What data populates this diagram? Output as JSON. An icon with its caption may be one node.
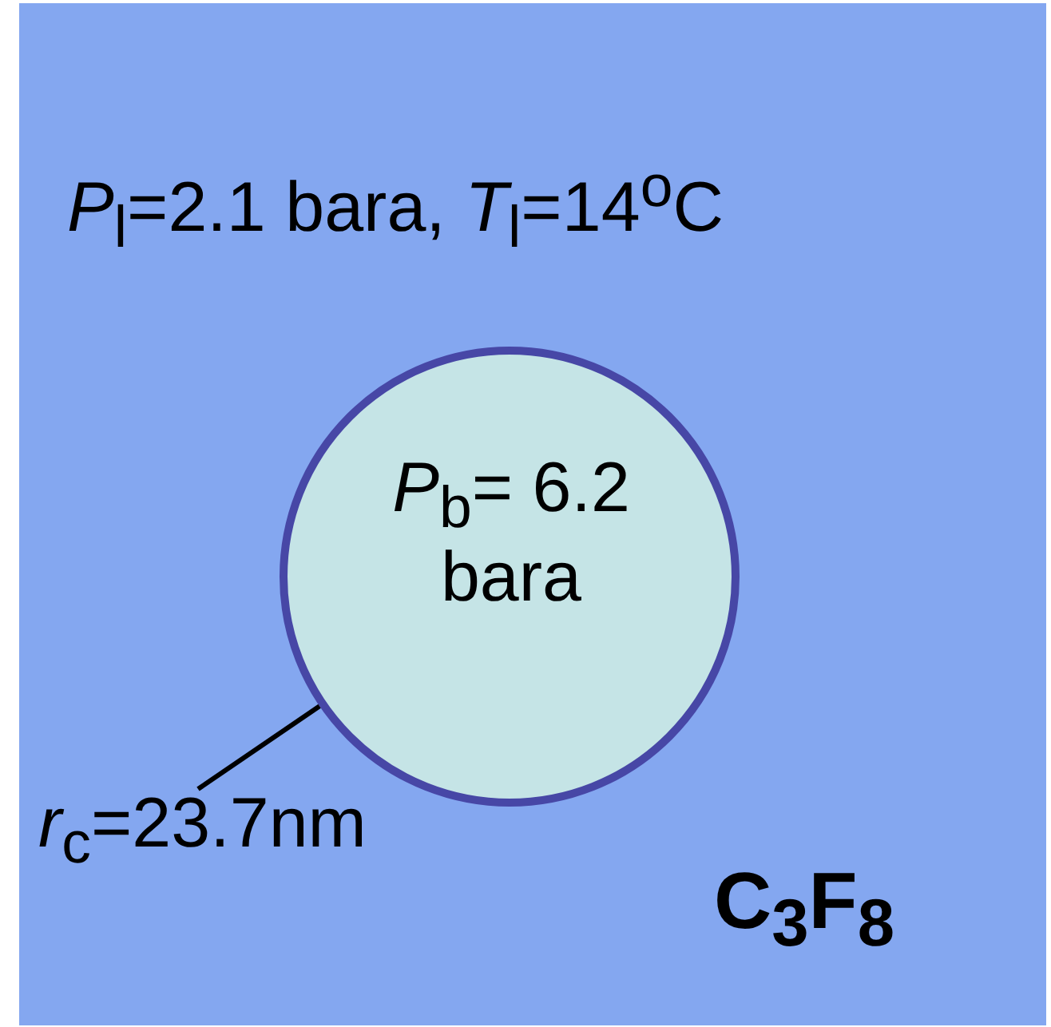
{
  "diagram": {
    "nodes": [
      {
        "text": [
          "*P*$_{l}$=2.1 bara, *T*$_{l}$=14$^{o}$C",
          "C$_{3}$F$_{8}$"
        ]
      },
      {
        "text": [
          "*P*$_{b}$= 6.2 bara"
        ],
        "in": 0
      },
      {
        "text": [
          "*r*$_{c}$=23.7nm"
        ],
        "in": 0
      }
    ],
    "edges": [
      {
        "from": 2,
        "to": 1,
        "arrow": "none"
      }
    ]
  }
}
